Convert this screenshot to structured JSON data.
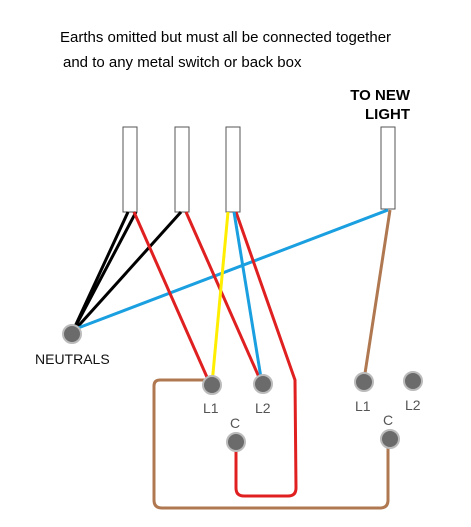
{
  "notes": {
    "line1": "Earths omitted but must all be connected together",
    "line2": "and to any metal switch or back box"
  },
  "labels": {
    "to_new_light_line1": "TO NEW",
    "to_new_light_line2": "LIGHT",
    "neutrals": "NEUTRALS",
    "left_l1": "L1",
    "left_l2": "L2",
    "left_c": "C",
    "right_l1": "L1",
    "right_l2": "L2",
    "right_c": "C"
  },
  "colors": {
    "black": "#000000",
    "red": "#e02020",
    "blue": "#1a9fe0",
    "yellow": "#ffee00",
    "brown": "#b07850",
    "terminal": "#6b6b6b"
  }
}
